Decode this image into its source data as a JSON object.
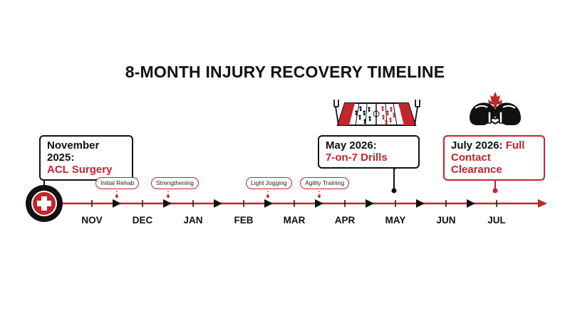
{
  "title": "8-MONTH INJURY RECOVERY TIMELINE",
  "callouts": {
    "nov": {
      "line1": "November 2025:",
      "line2": "ACL Surgery"
    },
    "may": {
      "line1": "May 2026:",
      "line2": "7-on-7 Drills"
    },
    "jul": {
      "line1_prefix": "July 2026: ",
      "line1_accent": "Full",
      "line2": "Contact Clearance"
    }
  },
  "phases": [
    "Initial Rehab",
    "Strengthening",
    "Light Jogging",
    "Agility Training"
  ],
  "months": [
    "NOV",
    "DEC",
    "JAN",
    "FEB",
    "MAR",
    "APR",
    "MAY",
    "JUN",
    "JUL"
  ],
  "icons": {
    "start": "medical-cross-icon",
    "field": "football-field-icon",
    "helmets": "football-helmets-icon",
    "leaf": "maple-leaf-icon"
  },
  "colors": {
    "accent": "#c4242b",
    "ink": "#111111"
  }
}
